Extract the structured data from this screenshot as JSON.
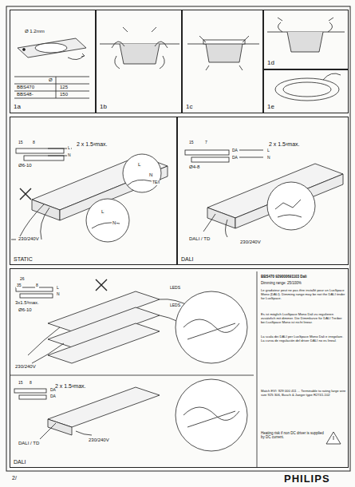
{
  "diagram": {
    "nodes": [
      {
        "text": [
          "1a"
        ]
      },
      {
        "text": [
          "1b"
        ]
      },
      {
        "text": [
          "1c"
        ]
      },
      {
        "text": [
          "1d"
        ]
      },
      {
        "text": [
          "1e"
        ]
      },
      {
        "text": [
          "STATIC"
        ]
      },
      {
        "text": [
          "DALI"
        ]
      },
      {
        "text": [
          "DALI"
        ]
      }
    ],
    "labels": [
      "Ø 1.2mm",
      "Ø",
      "BBS470",
      "125",
      "BBS48-",
      "150",
      "15",
      "8",
      "2 x 1.5²max.",
      "L",
      "N",
      "Ø6-10",
      "L",
      "N",
      "TE/I",
      "L",
      "N",
      "230/240V",
      "15",
      "7",
      "2 x 1.5²max.",
      "DA",
      "DA",
      "L",
      "N",
      "Ø4-8",
      "DALI / TD",
      "230/240V",
      "26",
      "35",
      "8",
      "L",
      "N",
      "3x1.5²max.",
      "Ø6-10",
      "LEDS",
      "LEDS",
      "230/240V",
      "15",
      "8",
      "2 x 1.5²max.",
      "DA",
      "DA",
      "DALI / TD",
      "230/240V",
      "BBS470 929000691103 Dali",
      "Dimming range: 25/100%",
      "Le gradateur peut ne pas être installé pour un LuxSpace Mono (DALI). Dimming range may be not the DALI tinder for LuxSpace.",
      "Es ist möglich LuxSpace Mono Dali zu regulieren zusätzlich mit dimmer. Die Dimmkurve für DALI Treiber bei LuxSpace Mono ist nicht linear.",
      "La scala dei DALI per LuxSpace Mono Dali e irregolare. La curva de regulación del driver DALI no es lineal.",
      "Match EVI: 929 000 411 ... Terminable to rating large wire size 925 306, Busch & Jaeger type R2741-102",
      "Heating risk if non DC driver is supplied by DC current.",
      "2/",
      "PHILIPS"
    ]
  }
}
